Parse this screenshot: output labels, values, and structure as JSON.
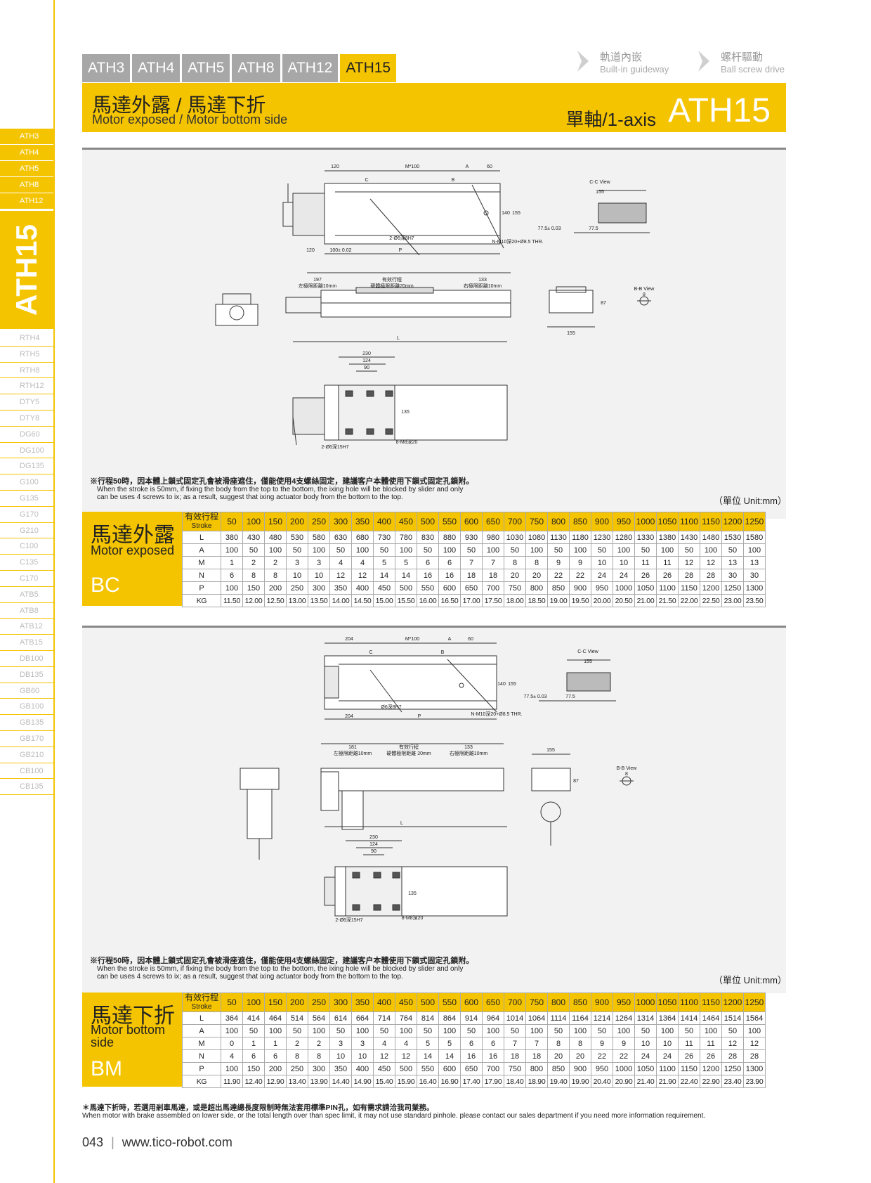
{
  "tabs": [
    "ATH3",
    "ATH4",
    "ATH5",
    "ATH8",
    "ATH12",
    "ATH15"
  ],
  "breadcrumbs": [
    {
      "zh": "軌道內嵌",
      "en": "Built-in guideway"
    },
    {
      "zh": "螺杆驅動",
      "en": "Ball screw drive"
    }
  ],
  "sidebar": {
    "top_items": [
      "ATH3",
      "ATH4",
      "ATH5",
      "ATH8",
      "ATH12"
    ],
    "active": "ATH15",
    "items": [
      "RTH4",
      "RTH5",
      "RTH8",
      "RTH12",
      "DTY5",
      "DTY8",
      "DG60",
      "DG100",
      "DG135",
      "G100",
      "G135",
      "G170",
      "G210",
      "C100",
      "C135",
      "C170",
      "ATB5",
      "ATB8",
      "ATB12",
      "ATB15",
      "DB100",
      "DB135",
      "GB60",
      "GB100",
      "GB135",
      "GB170",
      "GB210",
      "CB100",
      "CB135"
    ]
  },
  "banner": {
    "title_zh": "馬達外露 / 馬達下折",
    "title_en": "Motor exposed / Motor bottom side",
    "axis": "單軸/1-axis",
    "model": "ATH15"
  },
  "drawing1": {
    "dims": [
      "120",
      "M*100",
      "A",
      "60",
      "C",
      "B",
      "140",
      "155",
      "120",
      "100± 0.02",
      "P",
      "2-Ø6深8H7",
      "N-M10深20+Ø8.5 THR.",
      "C-C View",
      "155",
      "77.5± 0.03",
      "77.5",
      "197",
      "有效行程",
      "133",
      "左極限距離10mm",
      "硬體極限距離20mm",
      "右極限距離10mm",
      "87",
      "155",
      "B-B View",
      "8",
      "L",
      "230",
      "124",
      "90",
      "135",
      "2-Ø6深15H7",
      "8-M8深20"
    ]
  },
  "drawing2": {
    "dims": [
      "204",
      "M*100",
      "A",
      "60",
      "C",
      "B",
      "140",
      "155",
      "204",
      "Ø6深8H7",
      "P",
      "N-M10深20+Ø8.5 THR.",
      "C-C View",
      "155",
      "77.5± 0.03",
      "77.5",
      "181",
      "有效行程",
      "133",
      "左極限距離10mm",
      "硬體極限距離 20mm",
      "右極限距離10mm",
      "155",
      "87",
      "B-B View",
      "8",
      "L",
      "230",
      "124",
      "90",
      "135",
      "2-Ø6深15H7",
      "8-M8深20"
    ]
  },
  "note": {
    "zh": "※行程50時，因本體上鎖式固定孔會被滑座遮住，僅能使用4支螺絲固定，建議客户本體使用下鎖式固定孔鎖附。",
    "en1": "When the stroke is 50mm, if fixing the body from the top to the bottom, the ixing hole will be blocked by slider and only",
    "en2": "can be uses 4 screws to ix; as a result, suggest that ixing actuator body from the bottom to the top."
  },
  "unit": "（單位 Unit:mm）",
  "header": {
    "zh": "有效行程",
    "en": "Stroke"
  },
  "strokes": [
    "50",
    "100",
    "150",
    "200",
    "250",
    "300",
    "350",
    "400",
    "450",
    "500",
    "550",
    "600",
    "650",
    "700",
    "750",
    "800",
    "850",
    "900",
    "950",
    "1000",
    "1050",
    "1100",
    "1150",
    "1200",
    "1250"
  ],
  "table1": {
    "label_zh": "馬達外露",
    "label_en": "Motor exposed",
    "code": "BC",
    "rows": [
      {
        "name": "L",
        "values": [
          "380",
          "430",
          "480",
          "530",
          "580",
          "630",
          "680",
          "730",
          "780",
          "830",
          "880",
          "930",
          "980",
          "1030",
          "1080",
          "1130",
          "1180",
          "1230",
          "1280",
          "1330",
          "1380",
          "1430",
          "1480",
          "1530",
          "1580"
        ]
      },
      {
        "name": "A",
        "values": [
          "100",
          "50",
          "100",
          "50",
          "100",
          "50",
          "100",
          "50",
          "100",
          "50",
          "100",
          "50",
          "100",
          "50",
          "100",
          "50",
          "100",
          "50",
          "100",
          "50",
          "100",
          "50",
          "100",
          "50",
          "100"
        ]
      },
      {
        "name": "M",
        "values": [
          "1",
          "2",
          "2",
          "3",
          "3",
          "4",
          "4",
          "5",
          "5",
          "6",
          "6",
          "7",
          "7",
          "8",
          "8",
          "9",
          "9",
          "10",
          "10",
          "11",
          "11",
          "12",
          "12",
          "13",
          "13"
        ]
      },
      {
        "name": "N",
        "values": [
          "6",
          "8",
          "8",
          "10",
          "10",
          "12",
          "12",
          "14",
          "14",
          "16",
          "16",
          "18",
          "18",
          "20",
          "20",
          "22",
          "22",
          "24",
          "24",
          "26",
          "26",
          "28",
          "28",
          "30",
          "30"
        ]
      },
      {
        "name": "P",
        "values": [
          "100",
          "150",
          "200",
          "250",
          "300",
          "350",
          "400",
          "450",
          "500",
          "550",
          "600",
          "650",
          "700",
          "750",
          "800",
          "850",
          "900",
          "950",
          "1000",
          "1050",
          "1100",
          "1150",
          "1200",
          "1250",
          "1300"
        ]
      },
      {
        "name": "KG",
        "values": [
          "11.50",
          "12.00",
          "12.50",
          "13.00",
          "13.50",
          "14.00",
          "14.50",
          "15.00",
          "15.50",
          "16.00",
          "16.50",
          "17.00",
          "17.50",
          "18.00",
          "18.50",
          "19.00",
          "19.50",
          "20.00",
          "20.50",
          "21.00",
          "21.50",
          "22.00",
          "22.50",
          "23.00",
          "23.50"
        ]
      }
    ]
  },
  "table2": {
    "label_zh": "馬達下折",
    "label_en1": "Motor bottom",
    "label_en2": "side",
    "code": "BM",
    "rows": [
      {
        "name": "L",
        "values": [
          "364",
          "414",
          "464",
          "514",
          "564",
          "614",
          "664",
          "714",
          "764",
          "814",
          "864",
          "914",
          "964",
          "1014",
          "1064",
          "1114",
          "1164",
          "1214",
          "1264",
          "1314",
          "1364",
          "1414",
          "1464",
          "1514",
          "1564"
        ]
      },
      {
        "name": "A",
        "values": [
          "100",
          "50",
          "100",
          "50",
          "100",
          "50",
          "100",
          "50",
          "100",
          "50",
          "100",
          "50",
          "100",
          "50",
          "100",
          "50",
          "100",
          "50",
          "100",
          "50",
          "100",
          "50",
          "100",
          "50",
          "100"
        ]
      },
      {
        "name": "M",
        "values": [
          "0",
          "1",
          "1",
          "2",
          "2",
          "3",
          "3",
          "4",
          "4",
          "5",
          "5",
          "6",
          "6",
          "7",
          "7",
          "8",
          "8",
          "9",
          "9",
          "10",
          "10",
          "11",
          "11",
          "12",
          "12"
        ]
      },
      {
        "name": "N",
        "values": [
          "4",
          "6",
          "6",
          "8",
          "8",
          "10",
          "10",
          "12",
          "12",
          "14",
          "14",
          "16",
          "16",
          "18",
          "18",
          "20",
          "20",
          "22",
          "22",
          "24",
          "24",
          "26",
          "26",
          "28",
          "28"
        ]
      },
      {
        "name": "P",
        "values": [
          "100",
          "150",
          "200",
          "250",
          "300",
          "350",
          "400",
          "450",
          "500",
          "550",
          "600",
          "650",
          "700",
          "750",
          "800",
          "850",
          "900",
          "950",
          "1000",
          "1050",
          "1100",
          "1150",
          "1200",
          "1250",
          "1300"
        ]
      },
      {
        "name": "KG",
        "values": [
          "11.90",
          "12.40",
          "12.90",
          "13.40",
          "13.90",
          "14.40",
          "14.90",
          "15.40",
          "15.90",
          "16.40",
          "16.90",
          "17.40",
          "17.90",
          "18.40",
          "18.90",
          "19.40",
          "19.90",
          "20.40",
          "20.90",
          "21.40",
          "21.90",
          "22.40",
          "22.90",
          "23.40",
          "23.90"
        ]
      }
    ]
  },
  "footnote": {
    "zh": "＊馬達下折時，若選用剎車馬達，或是超出馬達總長度限制時無法套用標準PIN孔，如有需求請洽我司業務。",
    "en": "When motor with brake assembled on lower side, or the total length over than spec limit, it may not use standard pinhole. please contact our sales department if you need more information requirement."
  },
  "page": {
    "number": "043",
    "sep": "|",
    "url": "www.tico-robot.com"
  }
}
